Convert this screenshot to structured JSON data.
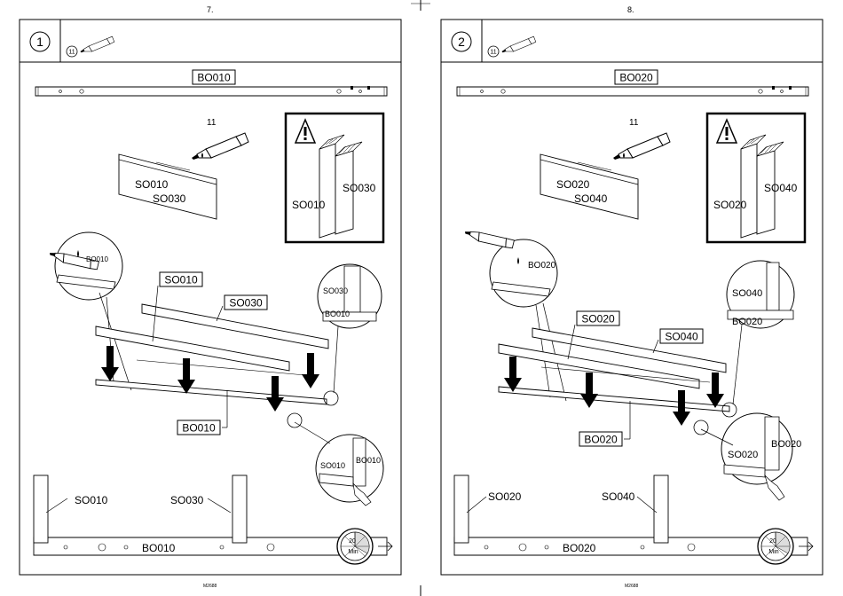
{
  "pages": [
    {
      "page_number": "7.",
      "step_number": "1",
      "glue_ref": "11",
      "board_label": "BO010",
      "glue_tube_label": "11",
      "strip_labels": [
        "SO010",
        "SO030"
      ],
      "warning_labels": [
        "SO010",
        "SO030"
      ],
      "callout_labels": [
        "SO010",
        "SO030",
        "BO010"
      ],
      "detail_top": [
        "SO030",
        "BO010"
      ],
      "detail_bottom": [
        "SO010",
        "BO010"
      ],
      "glue_detail_label": "BO010",
      "bottom_labels": [
        "SO010",
        "SO030",
        "BO010"
      ],
      "timer_value": "20",
      "timer_unit": "Min",
      "footer_code": "M2688"
    },
    {
      "page_number": "8.",
      "step_number": "2",
      "glue_ref": "11",
      "board_label": "BO020",
      "glue_tube_label": "11",
      "strip_labels": [
        "SO020",
        "SO040"
      ],
      "warning_labels": [
        "SO020",
        "SO040"
      ],
      "callout_labels": [
        "SO020",
        "SO040",
        "BO020"
      ],
      "detail_top": [
        "SO040",
        "BO020"
      ],
      "detail_bottom": [
        "SO020",
        "BO020"
      ],
      "glue_detail_label": "BO020",
      "bottom_labels": [
        "SO020",
        "SO040",
        "BO020"
      ],
      "timer_value": "20",
      "timer_unit": "Min",
      "footer_code": "M2688"
    }
  ]
}
